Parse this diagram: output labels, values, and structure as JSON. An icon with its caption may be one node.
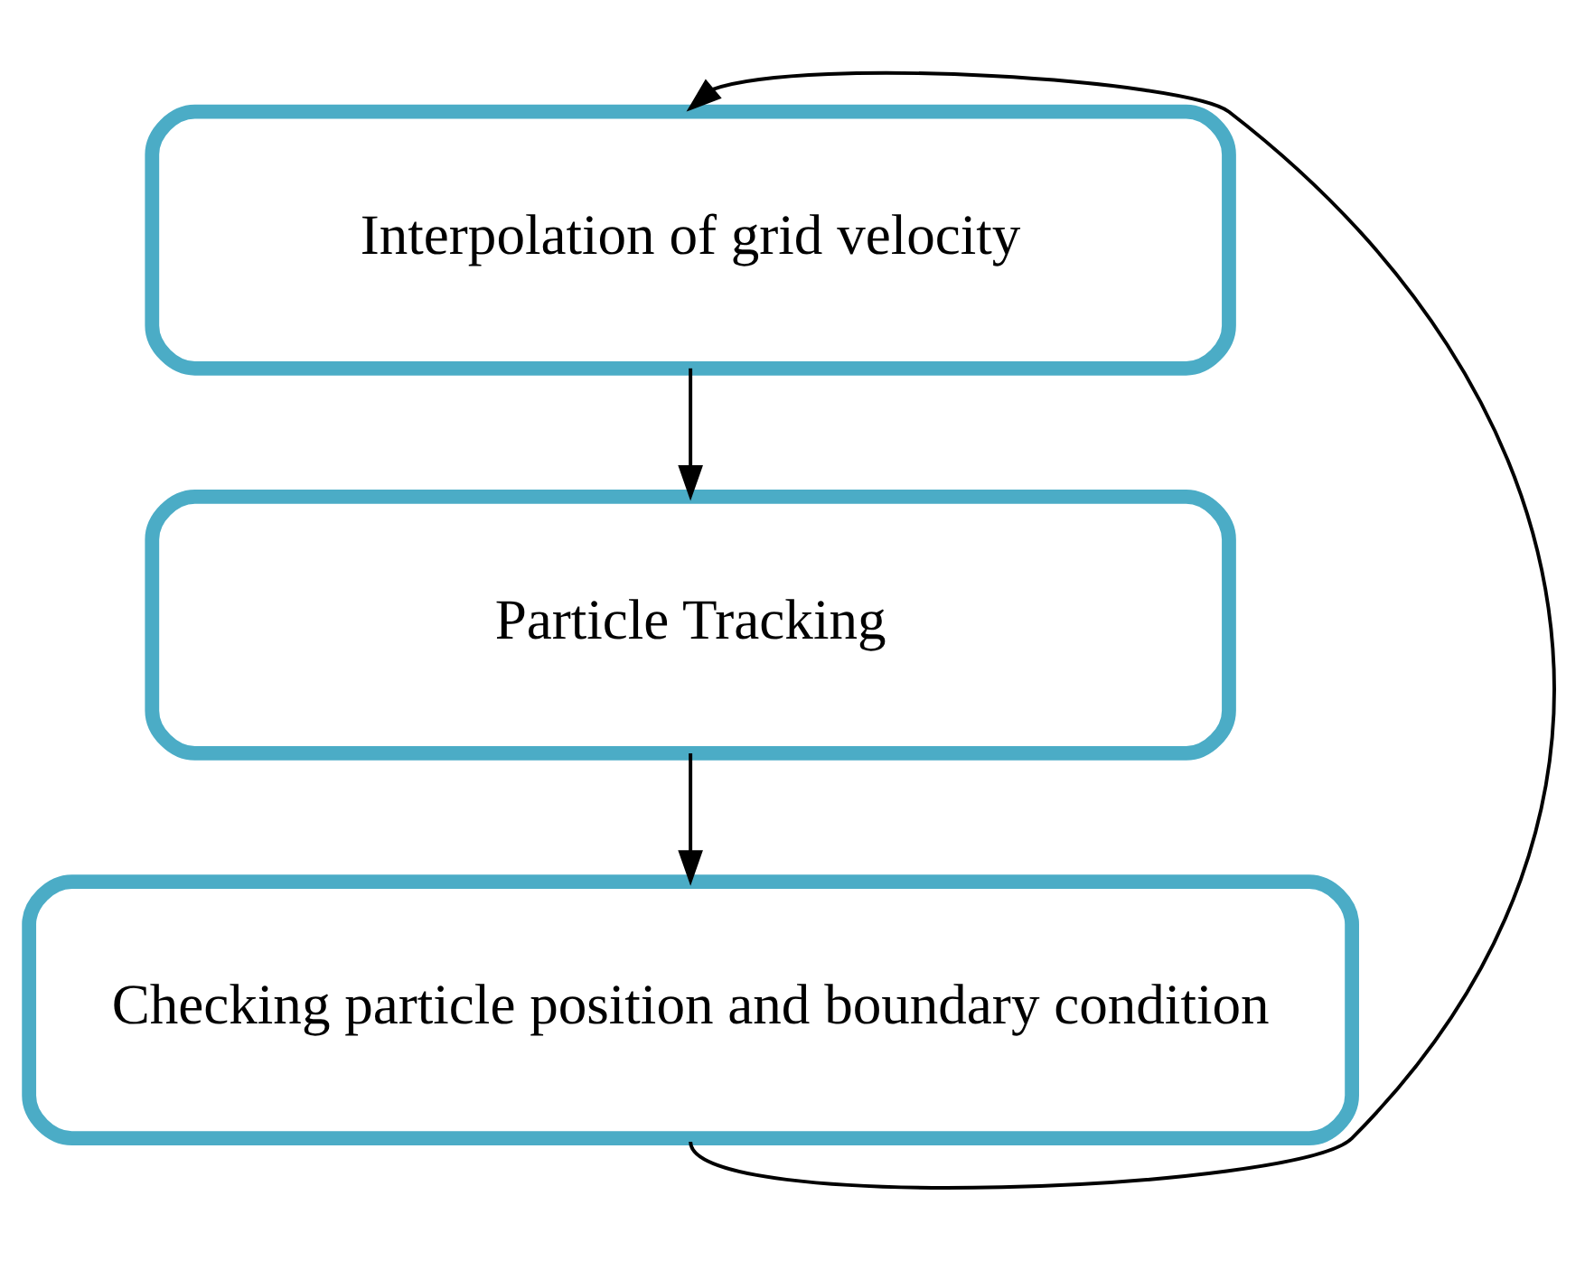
{
  "diagram": {
    "nodes": [
      {
        "text": [
          "Interpolation of grid velocity"
        ]
      },
      {
        "text": [
          "Particle Tracking"
        ]
      },
      {
        "text": [
          "Checking particle position and boundary condition"
        ]
      }
    ],
    "edges": [
      {
        "from": 0,
        "to": 1,
        "arrow": "to"
      },
      {
        "from": 1,
        "to": 2,
        "arrow": "to"
      },
      {
        "from": 2,
        "to": 0,
        "arrow": "to"
      }
    ]
  }
}
